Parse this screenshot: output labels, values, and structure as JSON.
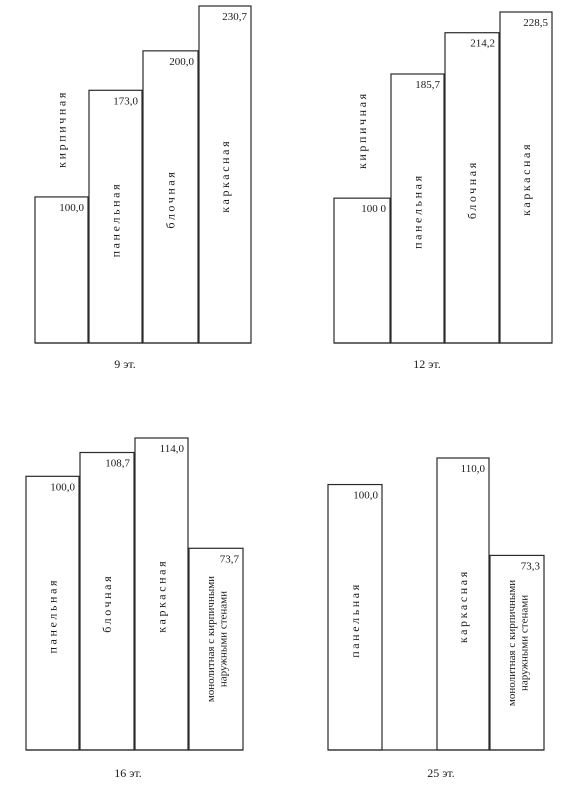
{
  "chart_data": [
    {
      "type": "bar",
      "title": "9 эт.",
      "categories": [
        "кирпичная",
        "панельная",
        "блочная",
        "каркасная"
      ],
      "values": [
        100.0,
        173.0,
        200.0,
        230.7
      ],
      "value_labels": [
        "100,0",
        "173,0",
        "200,0",
        "230,7"
      ],
      "ylim": [
        0,
        230.7
      ],
      "grid": false,
      "category_label_position": [
        "above",
        "inside",
        "inside",
        "inside"
      ]
    },
    {
      "type": "bar",
      "title": "12 эт.",
      "categories": [
        "кирпичная",
        "панельная",
        "блочная",
        "каркасная"
      ],
      "values": [
        100.0,
        185.7,
        214.2,
        228.5
      ],
      "value_labels": [
        "100 0",
        "185,7",
        "214,2",
        "228,5"
      ],
      "ylim": [
        0,
        228.5
      ],
      "grid": false,
      "category_label_position": [
        "above",
        "inside",
        "inside",
        "inside"
      ]
    },
    {
      "type": "bar",
      "title": "16 эт.",
      "categories": [
        "панельная",
        "блочная",
        "каркасная",
        "монолитная с кирпичными наружными стенами"
      ],
      "category_lines": [
        [
          "панельная"
        ],
        [
          "блочная"
        ],
        [
          "каркасная"
        ],
        [
          "монолитная с кирпичными",
          "наружными стенами"
        ]
      ],
      "values": [
        100.0,
        108.7,
        114.0,
        73.7
      ],
      "value_labels": [
        "100,0",
        "108,7",
        "114,0",
        "73,7"
      ],
      "ylim": [
        0,
        114.0
      ],
      "grid": false,
      "category_label_position": [
        "inside",
        "inside",
        "inside",
        "inside"
      ]
    },
    {
      "type": "bar",
      "title": "25 эт.",
      "categories": [
        "панельная",
        "каркасная",
        "монолитная с кирпичными наружными стенами"
      ],
      "category_lines": [
        [
          "панельная"
        ],
        [
          "каркасная"
        ],
        [
          "монолитная с кирпичными",
          "наружными стенами"
        ]
      ],
      "values": [
        100.0,
        110.0,
        73.3
      ],
      "value_labels": [
        "100,0",
        "110,0",
        "73,3"
      ],
      "ylim": [
        0,
        110.0
      ],
      "grid": false,
      "category_label_position": [
        "inside",
        "inside",
        "inside"
      ]
    }
  ]
}
